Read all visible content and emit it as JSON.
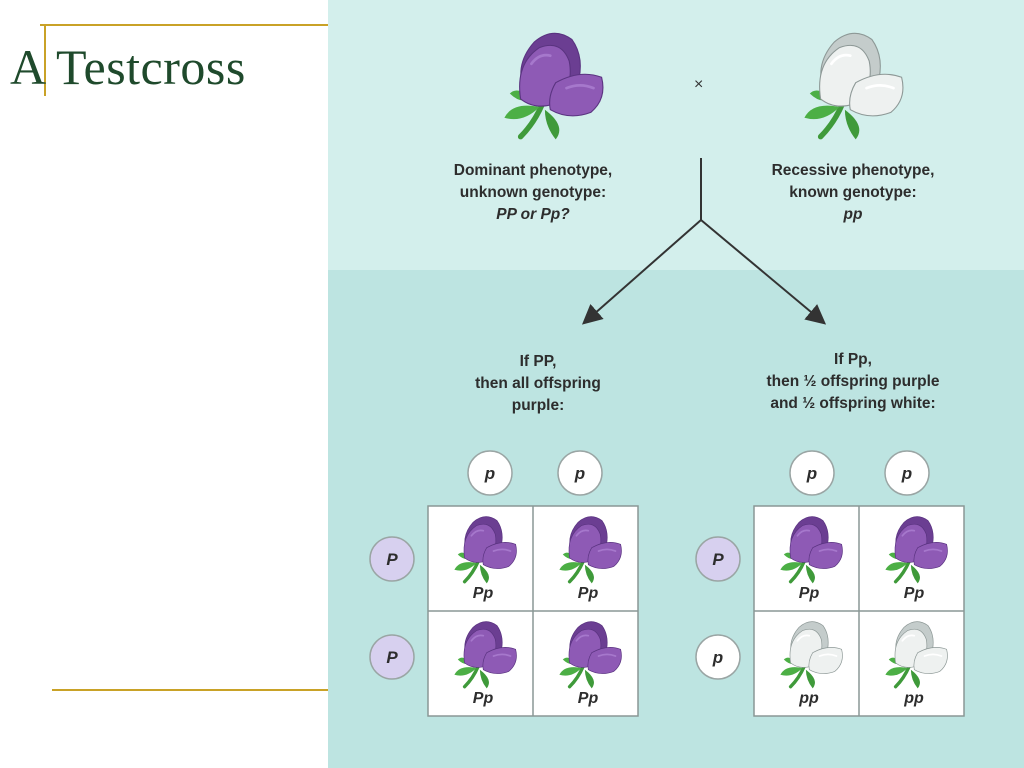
{
  "slide": {
    "title": "A Testcross"
  },
  "cross": {
    "symbol": "×",
    "left_parent": {
      "line1": "Dominant phenotype,",
      "line2": "unknown genotype:",
      "line3": "PP or Pp?",
      "color": "purple"
    },
    "right_parent": {
      "line1": "Recessive phenotype,",
      "line2": "known genotype:",
      "line3": "pp",
      "color": "white"
    }
  },
  "outcomes": [
    {
      "line1": "If PP,",
      "line2": "then all offspring",
      "line3": "purple:",
      "col_alleles": [
        "p",
        "p"
      ],
      "row_alleles": [
        "P",
        "P"
      ],
      "cells": [
        {
          "genotype": "Pp",
          "color": "purple"
        },
        {
          "genotype": "Pp",
          "color": "purple"
        },
        {
          "genotype": "Pp",
          "color": "purple"
        },
        {
          "genotype": "Pp",
          "color": "purple"
        }
      ]
    },
    {
      "line1": "If Pp,",
      "line2": "then ½ offspring purple",
      "line3": "and ½ offspring white:",
      "col_alleles": [
        "p",
        "p"
      ],
      "row_alleles": [
        "P",
        "p"
      ],
      "cells": [
        {
          "genotype": "Pp",
          "color": "purple"
        },
        {
          "genotype": "Pp",
          "color": "purple"
        },
        {
          "genotype": "pp",
          "color": "white"
        },
        {
          "genotype": "pp",
          "color": "white"
        }
      ]
    }
  ],
  "colors": {
    "title": "#1f4a2c",
    "accent_line": "#c9a227",
    "top_panel": "#d3efec",
    "bottom_panel": "#bde4e1",
    "dominant_allele_bubble": "#d7d0ef",
    "recessive_allele_bubble": "#ffffff",
    "purple_flower": "#8e5ab5",
    "white_flower": "#eef1f0"
  }
}
